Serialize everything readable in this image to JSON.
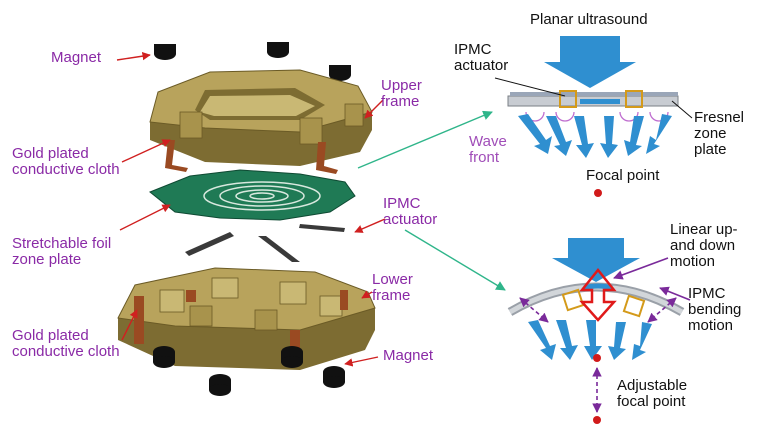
{
  "labels": {
    "magnet_top": "Magnet",
    "upper_frame": "Upper\nframe",
    "gold_cloth_top": "Gold plated\nconductive cloth",
    "ipmc_left": "IPMC\nactuator",
    "foil_plate": "Stretchable foil\nzone plate",
    "lower_frame": "Lower\nframe",
    "gold_cloth_bottom": "Gold plated\nconductive cloth",
    "magnet_bottom": "Magnet",
    "planar_ultrasound": "Planar ultrasound",
    "ipmc_right_top": "IPMC\nactuator",
    "fresnel_plate": "Fresnel\nzone\nplate",
    "wave_front": "Wave\nfront",
    "focal_point": "Focal point",
    "linear_motion": "Linear up-\nand down\nmotion",
    "ipmc_bending": "IPMC\nbending\nmotion",
    "adjustable_focal": "Adjustable\nfocal point"
  },
  "colors": {
    "label_purple": "#8a2aa6",
    "frame_gold": "#b8a35c",
    "frame_gold_dark": "#7d6c32",
    "cloth_brown": "#9a4a22",
    "foil_green": "#1f7a55",
    "arrow_blue": "#2f8fd0",
    "focal_red": "#d11a1a",
    "leader_red": "#d02020",
    "leader_teal": "#2fb58a",
    "motion_purple": "#7a2a9a",
    "ipmc_orange": "#d49a1a"
  }
}
